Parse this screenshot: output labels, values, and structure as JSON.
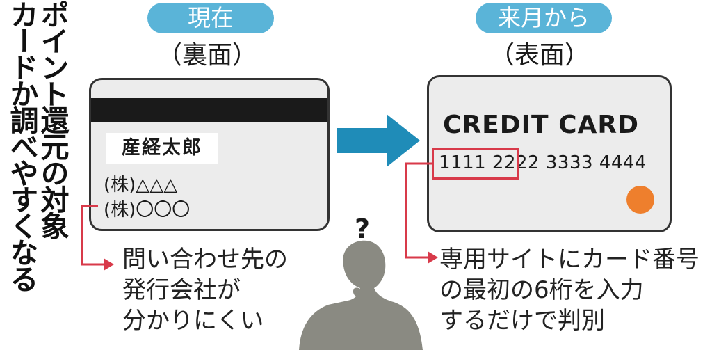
{
  "title": "ポイント還元の対象カードか調べやすくなる",
  "title_line1": "ポイント還元の対象",
  "title_line2": "カードか調べやすくなる",
  "left": {
    "badge": "現在",
    "side_label": "（裏面）",
    "card_name": "産経太郎",
    "company_line1": "(株)△△△",
    "company_line2": "(株)〇〇〇",
    "note_lines": [
      "問い合わせ先の",
      "発行会社が",
      "分かりにくい"
    ]
  },
  "right": {
    "badge": "来月から",
    "side_label": "（表面）",
    "card_title": "CREDIT CARD",
    "card_number": "1111 2222 3333 4444",
    "note_lines": [
      "専用サイトにカード番号",
      "の最初の6桁を入力",
      "するだけで判別"
    ]
  },
  "person_mark": "?",
  "colors": {
    "badge": "#5ab4d8",
    "arrow": "#1f8cb8",
    "callout": "#d83a4a",
    "chip": "#ee7f2d",
    "card": "#ececec",
    "stripe": "#1a1a1a",
    "person": "#8a8a82"
  }
}
